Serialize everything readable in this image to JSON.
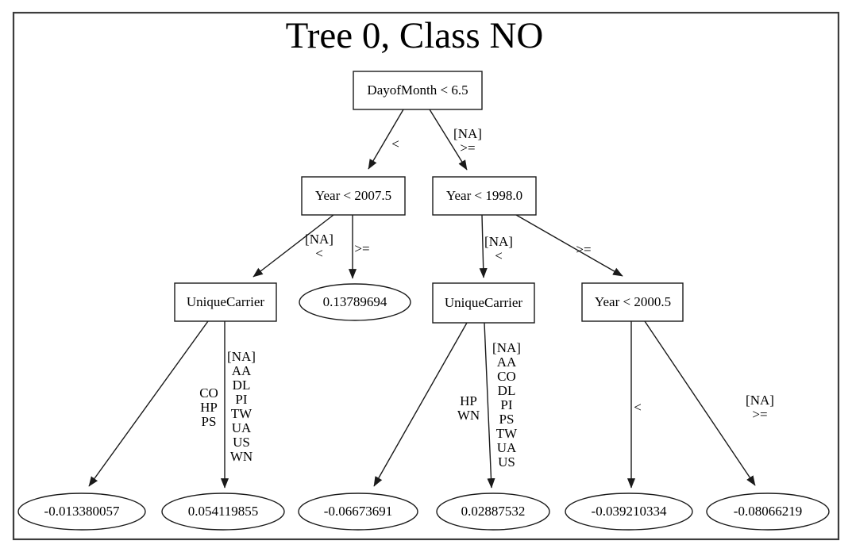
{
  "title": "Tree 0, Class NO",
  "colors": {
    "background": "#ffffff",
    "node_stroke": "#1a1a1a",
    "node_fill": "#ffffff",
    "edge_stroke": "#1a1a1a",
    "frame_border": "#3d3d3d",
    "text": "#000000"
  },
  "nodes": {
    "root": {
      "label": "DayofMonth < 6.5"
    },
    "year_left": {
      "label": "Year < 2007.5"
    },
    "year_right": {
      "label": "Year < 1998.0"
    },
    "carrier_left": {
      "label": "UniqueCarrier"
    },
    "carrier_right": {
      "label": "UniqueCarrier"
    },
    "year_2000": {
      "label": "Year < 2000.5"
    }
  },
  "leaves": {
    "mid": {
      "value": "0.13789694"
    },
    "l1": {
      "value": "-0.013380057"
    },
    "l2": {
      "value": "0.054119855"
    },
    "l3": {
      "value": "-0.06673691"
    },
    "l4": {
      "value": "0.02887532"
    },
    "l5": {
      "value": "-0.039210334"
    },
    "l6": {
      "value": "-0.08066219"
    }
  },
  "edge_labels": {
    "root_left": "<",
    "root_right": "[NA]\n>=",
    "year_left_left": "[NA]\n<",
    "year_left_right": ">=",
    "year_right_left": "[NA]\n<",
    "year_right_right": ">=",
    "carrier_left_left": "CO\nHP\nPS",
    "carrier_left_right": "[NA]\nAA\nDL\nPI\nTW\nUA\nUS\nWN",
    "carrier_right_left": "HP\nWN",
    "carrier_right_right": "[NA]\nAA\nCO\nDL\nPI\nPS\nTW\nUA\nUS",
    "year_2000_left": "<",
    "year_2000_right": "[NA]\n>="
  }
}
